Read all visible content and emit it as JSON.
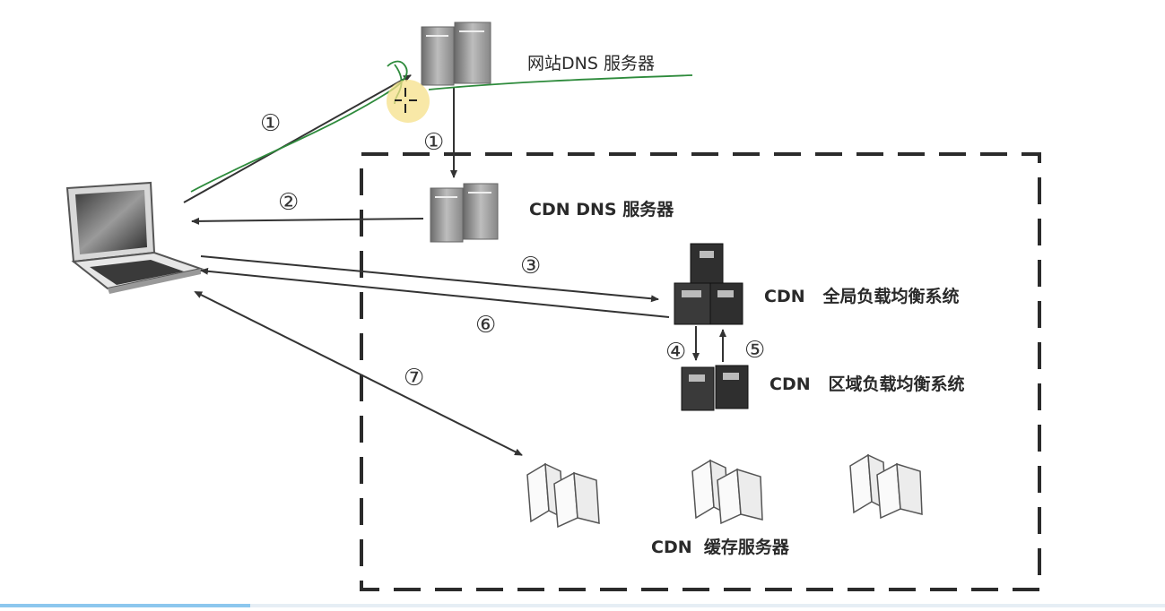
{
  "labels": {
    "site_dns": "网站DNS 服务器",
    "cdn_dns": "CDN DNS 服务器",
    "gslb": "CDN   全局负载均衡系统",
    "slb": "CDN   区域负载均衡系统",
    "cache": "CDN  缓存服务器"
  },
  "steps": [
    "①",
    "①",
    "②",
    "③",
    "⑥",
    "④",
    "⑤",
    "⑦"
  ],
  "video_progress": 0.215,
  "colors": {
    "annotation_stroke": "#2e8b3c",
    "cursor_highlight": "#f6e08a",
    "diagram_stroke": "#333333"
  }
}
